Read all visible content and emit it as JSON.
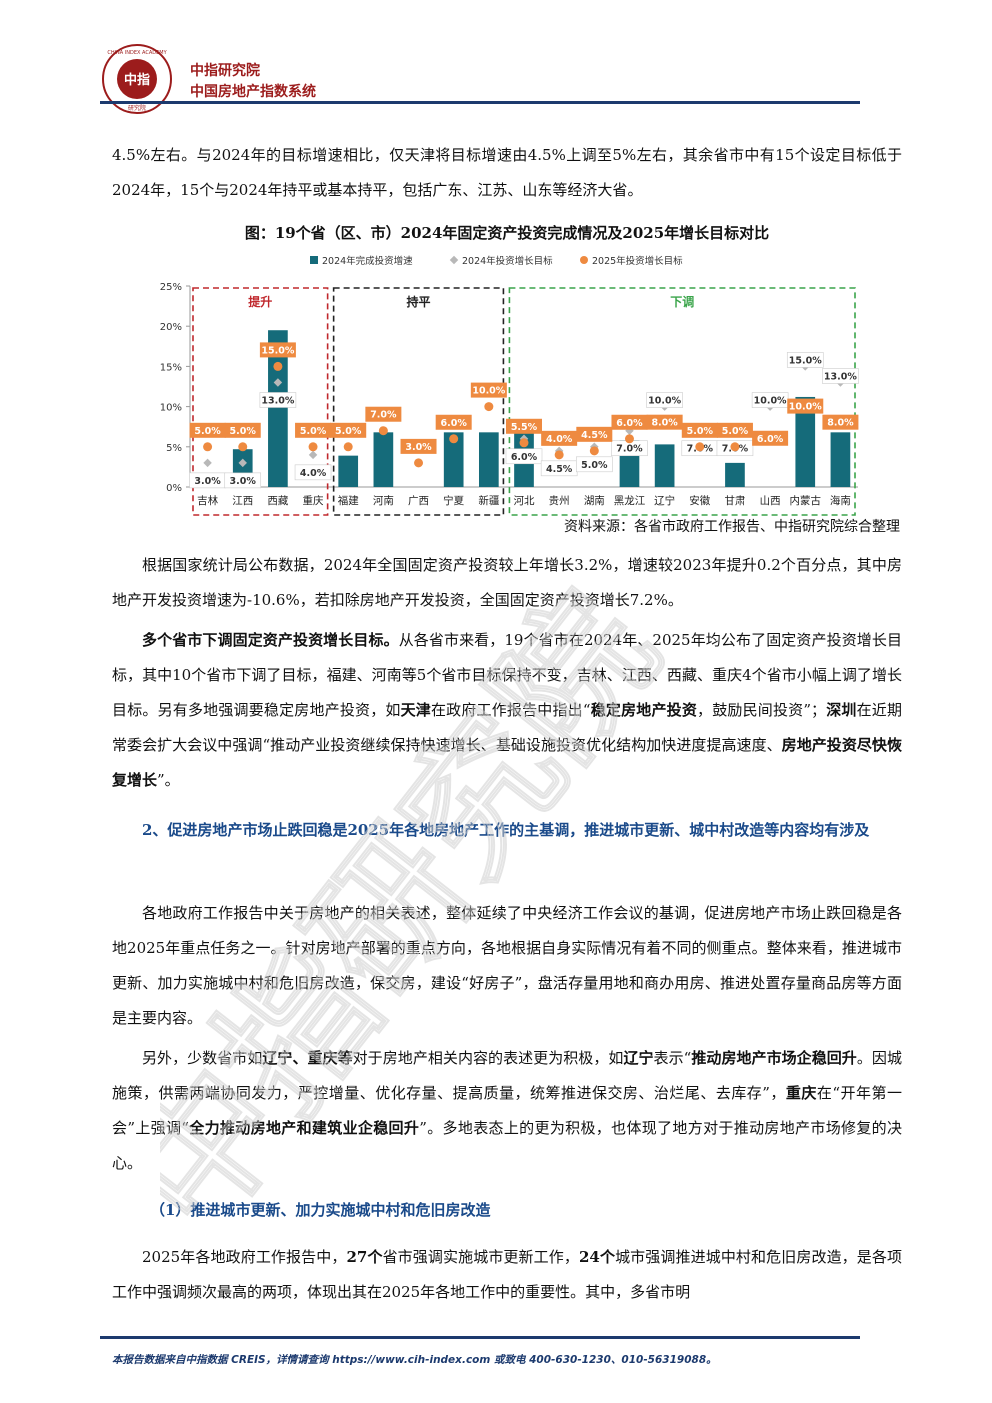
{
  "header": {
    "logo_text": "中指",
    "logo_ring_text": "CHINA INDEX ACADEMY",
    "logo_bottom_text": "研究院",
    "brand_line1": "中指研究院",
    "brand_line2": "中国房地产指数系统"
  },
  "paragraphs": {
    "p1": "4.5%左右。与2024年的目标增速相比，仅天津将目标增速由4.5%上调至5%左右，其余省市中有15个设定目标低于2024年，15个与2024年持平或基本持平，包括广东、江苏、山东等经济大省。",
    "p2": "根据国家统计局公布数据，2024年全国固定资产投资较上年增长3.2%，增速较2023年提升0.2个百分点，其中房地产开发投资增速为-10.6%，若扣除房地产开发投资，全国固定资产投资增长7.2%。",
    "p3_bold": "多个省市下调固定资产投资增长目标。",
    "p3_a": "从各省市来看，19个省市在2024年、2025年均公布了固定资产投资增长目标，其中10个省市下调了目标，福建、河南等5个省市目标保持不变，吉林、江西、西藏、重庆4个省市小幅上调了增长目标。另有多地强调要稳定房地产投资，如",
    "p3_b1": "天津",
    "p3_c": "在政府工作报告中指出“",
    "p3_b2": "稳定房地产投资",
    "p3_d": "，鼓励民间投资”；",
    "p3_b3": "深圳",
    "p3_e": "在近期常委会扩大会议中强调“推动产业投资继续保持快速增长、基础设施投资优化结构加快进度提高速度、",
    "p3_b4": "房地产投资尽快恢复增长",
    "p3_f": "”。",
    "h2": "2、促进房地产市场止跌回稳是2025年各地房地产工作的主基调，推进城市更新、城中村改造等内容均有涉及",
    "p4": "各地政府工作报告中关于房地产的相关表述，整体延续了中央经济工作会议的基调，促进房地产市场止跌回稳是各地2025年重点任务之一。针对房地产部署的重点方向，各地根据自身实际情况有着不同的侧重点。整体来看，推进城市更新、加力实施城中村和危旧房改造，保交房，建设“好房子”，盘活存量用地和商办用房、推进处置存量商品房等方面是主要内容。",
    "p5_a": "另外，少数省市如",
    "p5_b1": "辽宁、重庆等",
    "p5_c": "对于房地产相关内容的表述更为积极，如",
    "p5_b2": "辽宁",
    "p5_d": "表示“",
    "p5_b3": "推动房地产市场企稳回升",
    "p5_e": "。因城施策，供需两端协同发力，严控增量、优化存量、提高质量，统筹推进保交房、治烂尾、去库存”，",
    "p5_b4": "重庆",
    "p5_f": "在“开年第一会”上强调“",
    "p5_b5": "全力推动房地产和建筑业企稳回升",
    "p5_g": "”。多地表态上的更为积极，也体现了地方对于推动房地产市场修复的决心。",
    "h3": "（1）推进城市更新、加力实施城中村和危旧房改造",
    "p6_a": "2025年各地政府工作报告中，",
    "p6_b1": "27个",
    "p6_c": "省市强调实施城市更新工作，",
    "p6_b2": "24个",
    "p6_d": "城市强调推进城中村和危旧房改造，是各项工作中强调频次最高的两项，体现出其在2025年各地工作中的重要性。其中，多省市明"
  },
  "figure": {
    "title": "图：19个省（区、市）2024年固定资产投资完成情况及2025年增长目标对比",
    "source": "资料来源：各省市政府工作报告、中指研究院综合整理"
  },
  "chart_data": {
    "type": "bar",
    "title": "图：19个省（区、市）2024年固定资产投资完成情况及2025年增长目标对比",
    "legend_position": "top",
    "ylim": [
      0,
      25
    ],
    "yticks": [
      "0%",
      "5%",
      "10%",
      "15%",
      "20%",
      "25%"
    ],
    "categories": [
      "吉林",
      "江西",
      "西藏",
      "重庆",
      "福建",
      "河南",
      "广西",
      "宁夏",
      "新疆",
      "河北",
      "贵州",
      "湖南",
      "黑龙江",
      "辽宁",
      "安徽",
      "甘肃",
      "山西",
      "内蒙古",
      "海南"
    ],
    "series": [
      {
        "name": "2024年完成投资增速",
        "color": "#156b7a",
        "values": [
          0,
          4.7,
          19.5,
          0,
          3.9,
          6.8,
          0,
          6.8,
          6.8,
          6.8,
          0,
          0,
          5.8,
          5.3,
          0,
          3.0,
          0,
          11.2,
          6.8
        ]
      },
      {
        "name": "2024年投资增长目标",
        "color": "#b8b8b8",
        "values": [
          3.0,
          3.0,
          13.0,
          4.0,
          5.0,
          7.0,
          3.0,
          6.0,
          10.0,
          6.0,
          4.5,
          5.0,
          7.0,
          10.0,
          7.0,
          7.0,
          10.0,
          15.0,
          13.0
        ],
        "labels": [
          "3.0%",
          "3.0%",
          "13.0%",
          "4.0%",
          "",
          "",
          "",
          "",
          "",
          "6.0%",
          "4.5%",
          "5.0%",
          "7.0%",
          "10.0%",
          "7.0%",
          "7.0%",
          "10.0%",
          "15.0%",
          "13.0%"
        ]
      },
      {
        "name": "2025年投资增长目标",
        "color": "#ee8a40",
        "values": [
          5.0,
          5.0,
          15.0,
          5.0,
          5.0,
          7.0,
          3.0,
          6.0,
          10.0,
          5.5,
          4.0,
          4.5,
          6.0,
          8.0,
          5.0,
          5.0,
          6.0,
          10.0,
          8.0
        ],
        "labels": [
          "5.0%",
          "5.0%",
          "15.0%",
          "5.0%",
          "5.0%",
          "7.0%",
          "3.0%",
          "6.0%",
          "10.0%",
          "5.5%",
          "4.0%",
          "4.5%",
          "6.0%",
          "8.0%",
          "5.0%",
          "5.0%",
          "6.0%",
          "10.0%",
          "8.0%"
        ]
      }
    ],
    "groups": [
      {
        "label": "提升",
        "color": "#c0282d",
        "start": 0,
        "end": 3
      },
      {
        "label": "持平",
        "color": "#222222",
        "start": 4,
        "end": 8
      },
      {
        "label": "下调",
        "color": "#3aa44a",
        "start": 9,
        "end": 18
      }
    ]
  },
  "watermark": {
    "text": "中指研究院"
  },
  "footer": {
    "text": "本报告数据来自中指数据 CREIS，详情请查询 https://www.cih-index.com 或致电 400-630-1230、010-56319088。"
  }
}
